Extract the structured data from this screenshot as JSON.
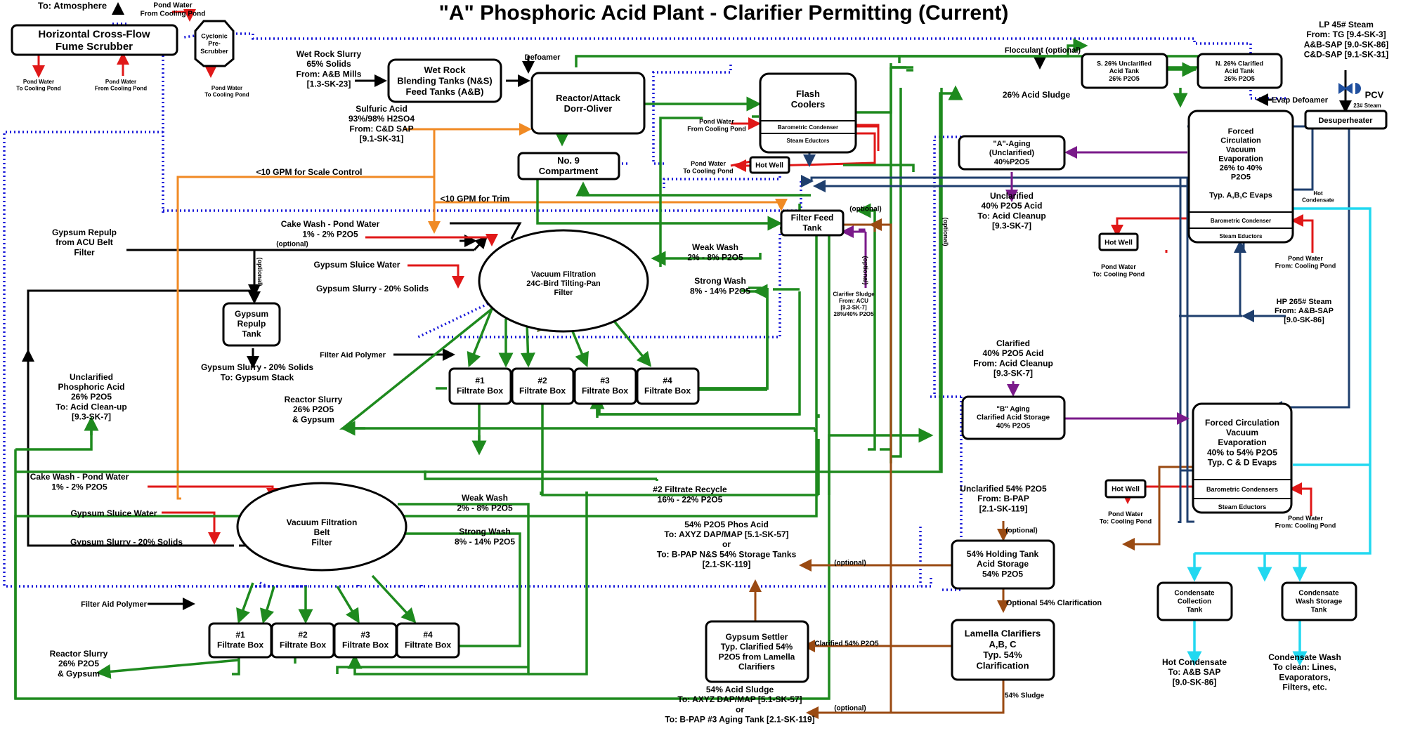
{
  "title": "\"A\" Phosphoric Acid Plant - Clarifier Permitting (Current)",
  "colors": {
    "black": "#000000",
    "green": "#1e8a1e",
    "red": "#e01818",
    "orange": "#f08a24",
    "brown": "#9a4a12",
    "blue": "#1616d8",
    "navy": "#1f3f6e",
    "purple": "#7a1a8a",
    "cyan": "#22d8f0",
    "olive": "#5a6a2a"
  },
  "blocks": {
    "scrubber": [
      "Horizontal Cross-Flow",
      "Fume Scrubber"
    ],
    "prescrubber": [
      "Cyclonic",
      "Pre-",
      "Scrubber"
    ],
    "blending": [
      "Wet Rock",
      "Blending Tanks (N&S)",
      "Feed Tanks (A&B)"
    ],
    "reactor": [
      "Reactor/Attack",
      "Dorr-Oliver"
    ],
    "no9": [
      "No. 9",
      "Compartment"
    ],
    "flash": [
      "Flash",
      "Coolers"
    ],
    "flash_cond": [
      "Barometric Condenser"
    ],
    "flash_educ": [
      "Steam Eductors"
    ],
    "hotwell_flash": [
      "Hot Well"
    ],
    "filter_feed": [
      "Filter Feed",
      "Tank"
    ],
    "s26": [
      "S. 26% Unclarified",
      "Acid Tank",
      "26% P2O5"
    ],
    "n26": [
      "N. 26% Clarified",
      "Acid Tank",
      "26% P2O5"
    ],
    "aaging": [
      "\"A\"-Aging",
      "(Unclarified)",
      "40%P2O5"
    ],
    "fcve1": [
      "Forced",
      "Circulation",
      "Vacuum",
      "Evaporation",
      "26% to 40%",
      "P2O5",
      "",
      "Typ. A,B,C Evaps"
    ],
    "fcve1_cond": [
      "Barometric Condenser"
    ],
    "fcve1_educ": [
      "Steam Eductors"
    ],
    "desuper": [
      "Desuperheater"
    ],
    "hotwell1": [
      "Hot Well"
    ],
    "vf24": [
      "Vacuum Filtration",
      "24C-Bird Tilting-Pan",
      "Filter"
    ],
    "repulp": [
      "Gypsum",
      "Repulp",
      "Tank"
    ],
    "fb_top": [
      [
        "#1",
        "Filtrate Box"
      ],
      [
        "#2",
        "Filtrate Box"
      ],
      [
        "#3",
        "Filtrate Box"
      ],
      [
        "#4",
        "Filtrate Box"
      ]
    ],
    "baging": [
      "\"B\" Aging",
      "Clarified Acid Storage",
      "40% P2O5"
    ],
    "fcve2": [
      "Forced Circulation",
      "Vacuum",
      "Evaporation",
      "40% to 54% P2O5",
      "Typ. C & D Evaps"
    ],
    "fcve2_cond": [
      "Barometric Condensers"
    ],
    "fcve2_educ": [
      "Steam Eductors"
    ],
    "hotwell2": [
      "Hot Well"
    ],
    "vfbelt": [
      "Vacuum Filtration",
      "Belt",
      "Filter"
    ],
    "fb_bot": [
      [
        "#1",
        "Filtrate Box"
      ],
      [
        "#2",
        "Filtrate Box"
      ],
      [
        "#3",
        "Filtrate Box"
      ],
      [
        "#4",
        "Filtrate Box"
      ]
    ],
    "hold54": [
      "54% Holding Tank",
      "Acid Storage",
      "54% P2O5"
    ],
    "lamella": [
      "Lamella Clarifiers",
      "A,B, C",
      "Typ. 54%",
      "Clarification"
    ],
    "settler": [
      "Gypsum Settler",
      "Typ. Clarified 54%",
      "P2O5 from Lamella",
      "Clarifiers"
    ],
    "condcoll": [
      "Condensate",
      "Collection",
      "Tank"
    ],
    "condwash": [
      "Condensate",
      "Wash Storage",
      "Tank"
    ]
  },
  "labels": {
    "to_atmosphere": [
      "To:  Atmosphere"
    ],
    "pond_in_pre": [
      "Pond Water",
      "From Cooling Pond"
    ],
    "pond_out_pre": [
      "Pond Water",
      "To Cooling Pond"
    ],
    "pond_out_scrub": [
      "Pond Water",
      "To Cooling Pond"
    ],
    "pond_in_scrub": [
      "Pond Water",
      "From Cooling Pond"
    ],
    "wet_rock": [
      "Wet Rock Slurry",
      "65% Solids",
      "From: A&B Mills",
      "[1.3-SK-23]"
    ],
    "defoamer": [
      "Defoamer"
    ],
    "sulfuric": [
      "Sulfuric Acid",
      "93%/98% H2SO4",
      "From: C&D SAP",
      "[9.1-SK-31]"
    ],
    "pond_in_flash": [
      "Pond Water",
      "From Cooling Pond"
    ],
    "pond_out_flash": [
      "Pond Water",
      "To Cooling Pond"
    ],
    "gpm_scale": [
      "<10 GPM for Scale Control"
    ],
    "gpm_trim": [
      "<10 GPM for Trim"
    ],
    "optional_ff": [
      "(optional)"
    ],
    "flocculant": [
      "Flocculant (optional)"
    ],
    "acid_sludge26": [
      "26% Acid Sludge"
    ],
    "evap_defoamer": [
      "Evap Defoamer"
    ],
    "lp_steam": [
      "LP 45# Steam",
      "From:  TG [9.4-SK-3]",
      "A&B-SAP [9.0-SK-86]",
      "C&D-SAP [9.1-SK-31]"
    ],
    "pcv": [
      "PCV"
    ],
    "steam23": [
      "23# Steam"
    ],
    "hot_condensate": [
      "Hot",
      "Condensate"
    ],
    "unclar40": [
      "Unclarified",
      "40% P2O5 Acid",
      "To:  Acid Cleanup",
      "[9.3-SK-7]"
    ],
    "pond_out_hw1": [
      "Pond Water",
      "To:  Cooling Pond"
    ],
    "pond_in_hw1": [
      "Pond Water",
      "From:  Cooling Pond"
    ],
    "hp_steam": [
      "HP 265# Steam",
      "From:  A&B-SAP",
      "[9.0-SK-86]"
    ],
    "gypsum_repulp": [
      "Gypsum Repulp",
      "from ACU Belt",
      "Filter"
    ],
    "optional_repulp": [
      "(optional)"
    ],
    "optional_vert": [
      "(optional)"
    ],
    "cake_wash_top": [
      "Cake Wash - Pond Water",
      "1% - 2% P2O5"
    ],
    "sluice_top": [
      "Gypsum Sluice Water"
    ],
    "slurry_top": [
      "Gypsum Slurry - 20% Solids"
    ],
    "weak_top": [
      "Weak Wash",
      "2% - 8% P2O5"
    ],
    "strong_top": [
      "Strong Wash",
      "8% - 14% P2O5"
    ],
    "clar_sludge": [
      "Clarifier Sludge",
      "From:  ACU",
      "[9.3-SK-7]",
      "28%/40% P2O5"
    ],
    "optional_vert2": [
      "(optional)"
    ],
    "optional_vert3": [
      "(optional)"
    ],
    "gypsum_stack": [
      "Gypsum Slurry - 20% Solids",
      "To:  Gypsum Stack"
    ],
    "faid_top": [
      "Filter Aid Polymer"
    ],
    "unclar26": [
      "Unclarified",
      "Phosphoric Acid",
      "26% P2O5",
      "To: Acid Clean-up",
      "[9.3-SK-7]"
    ],
    "reactor_slurry_top": [
      "Reactor Slurry",
      "26% P2O5",
      "& Gypsum"
    ],
    "clar40": [
      "Clarified",
      "40% P2O5 Acid",
      "From:  Acid Cleanup",
      "[9.3-SK-7]"
    ],
    "recycle": [
      "#2 Filtrate Recycle",
      "16% - 22% P2O5"
    ],
    "pond_out_hw2": [
      "Pond Water",
      "To:  Cooling Pond"
    ],
    "pond_in_hw2": [
      "Pond Water",
      "From: Cooling Pond"
    ],
    "unclar54": [
      "Unclarified 54% P2O5",
      "From:  B-PAP",
      "[2.1-SK-119]"
    ],
    "optional_54": [
      "(optional)"
    ],
    "cake_wash_bot": [
      "Cake Wash - Pond Water",
      "1% - 2% P2O5"
    ],
    "sluice_bot": [
      "Gypsum Sluice Water"
    ],
    "slurry_bot": [
      "Gypsum Slurry - 20% Solids"
    ],
    "weak_bot": [
      "Weak Wash",
      "2% - 8% P2O5"
    ],
    "strong_bot": [
      "Strong Wash",
      "8% - 14% P2O5"
    ],
    "phos_acid54": [
      "54% P2O5 Phos Acid",
      "To:  AXYZ DAP/MAP [5.1-SK-57]",
      "or",
      "To: B-PAP N&S 54% Storage Tanks",
      "[2.1-SK-119]"
    ],
    "optional_phos": [
      "(optional)"
    ],
    "opt54clar": [
      "Optional 54% Clarification"
    ],
    "faid_bot": [
      "Filter Aid Polymer"
    ],
    "reactor_slurry_bot": [
      "Reactor Slurry",
      "26% P2O5",
      "& Gypsum"
    ],
    "clarified54": [
      "Clarified 54% P2O5"
    ],
    "sludge54": [
      "54% Sludge"
    ],
    "optional_sludge": [
      "(optional)"
    ],
    "acid_sludge54": [
      "54% Acid Sludge",
      "To:  AXYZ DAP/MAP [5.1-SK-57]",
      "or",
      "To: B-PAP #3 Aging Tank [2.1-SK-119]"
    ],
    "hot_cond_out": [
      "Hot Condensate",
      "To:  A&B SAP",
      "[9.0-SK-86]"
    ],
    "cond_wash_out": [
      "Condensate Wash",
      "To clean:  Lines,",
      "Evaporators,",
      "Filters, etc."
    ]
  }
}
